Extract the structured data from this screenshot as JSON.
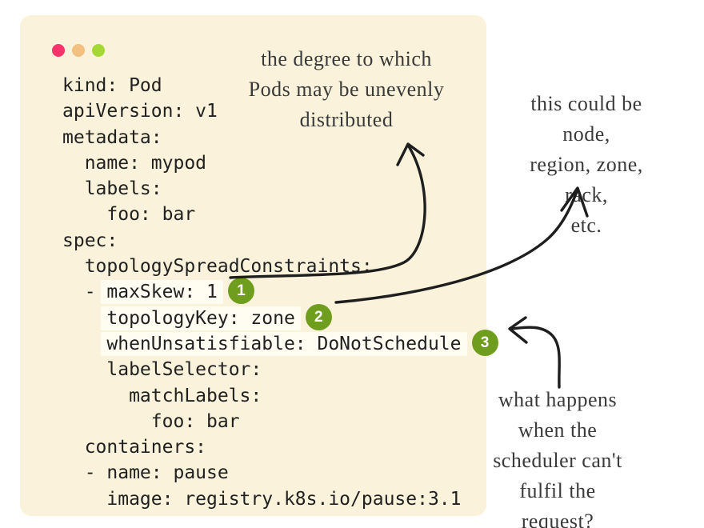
{
  "card": {
    "traffic_lights": [
      {
        "name": "pink",
        "color": "#f9336b"
      },
      {
        "name": "tan",
        "color": "#f2c07f"
      },
      {
        "name": "green",
        "color": "#a5d834"
      }
    ]
  },
  "code": {
    "language": "yaml",
    "lines": [
      {
        "text": "kind: Pod"
      },
      {
        "text": "apiVersion: v1"
      },
      {
        "text": "metadata:"
      },
      {
        "text": "  name: mypod"
      },
      {
        "text": "  labels:"
      },
      {
        "text": "    foo: bar"
      },
      {
        "text": "spec:"
      },
      {
        "text": "  topologySpreadConstraints:"
      },
      {
        "pre": "  - ",
        "highlight": "maxSkew: 1",
        "badge": "1"
      },
      {
        "pre": "    ",
        "highlight": "topologyKey: zone",
        "badge": "2"
      },
      {
        "pre": "    ",
        "highlight": "whenUnsatisfiable: DoNotSchedule",
        "badge": "3"
      },
      {
        "text": "    labelSelector:"
      },
      {
        "text": "      matchLabels:"
      },
      {
        "text": "        foo: bar"
      },
      {
        "text": "  containers:"
      },
      {
        "text": "  - name: pause"
      },
      {
        "text": "    image: registry.k8s.io/pause:3.1"
      }
    ]
  },
  "annotations": [
    {
      "id": "maxskew-note",
      "text": "the degree to which\nPods may be unevenly\ndistributed"
    },
    {
      "id": "topologykey-note",
      "text": "this could be node,\nregion, zone, rack,\netc."
    },
    {
      "id": "whenunsatisfiable-note",
      "text": "what happens when the\nscheduler can't fulfil the\nrequest?"
    }
  ],
  "colors": {
    "page_bg": "#ffffff",
    "card_bg": "#faf2da",
    "code_color": "#212121",
    "highlight_bg": "#fffdf2",
    "badge_bg": "#6f9d1d",
    "note_color": "#3a3a3a",
    "arrow_color": "#1e1e1e"
  }
}
